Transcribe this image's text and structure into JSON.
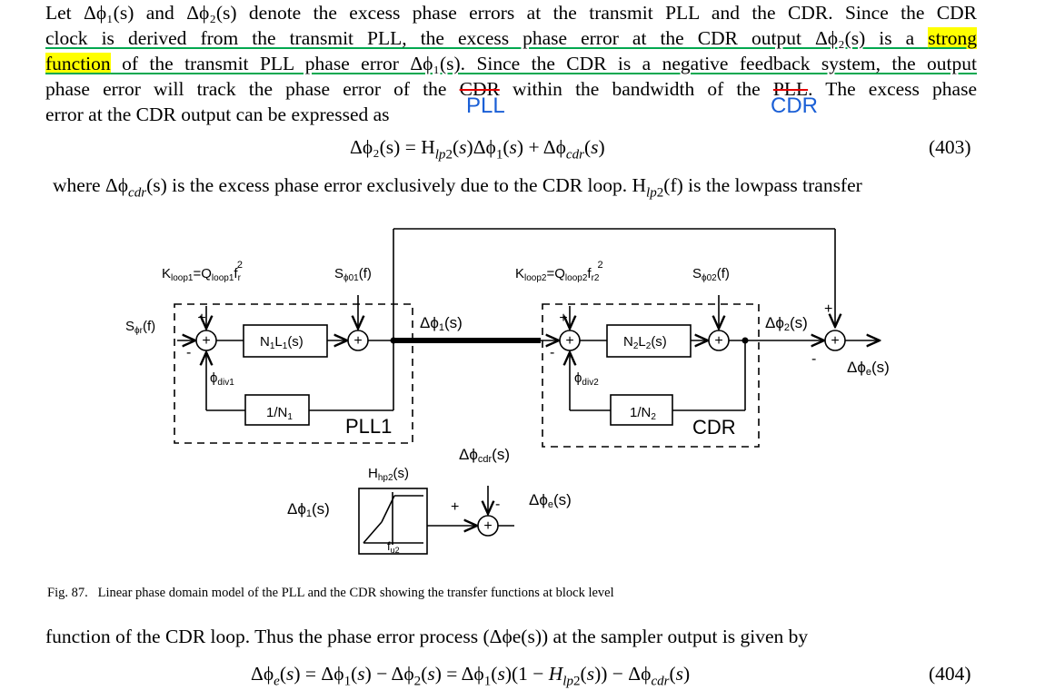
{
  "paragraph1": {
    "line1": "Let Δϕ₁(s) and Δϕ₂(s) denote the excess phase errors at the transmit PLL and the CDR. Since the CDR",
    "line2a": "clock is derived from the transmit PLL, the excess phase error at the CDR output Δϕ₂(s) is a ",
    "line2_highlight": "strong",
    "line3_highlight": "function",
    "line3b": " of the transmit PLL phase error Δϕ₁(s). Since the CDR is a negative feedback system, the output",
    "line4a": "phase error will track the phase error of the ",
    "line4_strike1": "CDR",
    "line4b": " within the bandwidth of the ",
    "line4_strike2": "PLL",
    "line4c": ". The excess phase",
    "line5": "error at the CDR output can be expressed as"
  },
  "annotations": {
    "pll": "PLL",
    "cdr": "CDR"
  },
  "equation403": {
    "text": "Δϕ₂(s) = H",
    "number": "(403)"
  },
  "paragraph2": {
    "line1a": "where Δϕ",
    "line1b": "(s) is the excess phase error exclusively due to the CDR loop. H",
    "line1c": "(f) is the lowpass transfer"
  },
  "diagram": {
    "kloop1": "Kloop1=Qloop1fr2",
    "sphi01": "Sϕ01(f)",
    "kloop2": "Kloop2=Qloop2fr22",
    "sphi02": "Sϕ02(f)",
    "sphir": "Sϕr(f)",
    "n1l1": "N1L1(s)",
    "n2l2": "N2L2(s)",
    "inv_n1": "1/N1",
    "inv_n2": "1/N2",
    "phi_div1": "ϕdiv1",
    "phi_div2": "ϕdiv2",
    "dphi1": "Δϕ1(s)",
    "dphi2": "Δϕ2(s)",
    "dphie": "Δϕe(s)",
    "dphicdr": "Δϕcdr(s)",
    "pll1": "PLL1",
    "cdr": "CDR",
    "hhp2": "Hhp2(s)",
    "fu2": "fu2"
  },
  "caption": {
    "label": "Fig. 87.",
    "text": "Linear phase domain model of the PLL and the CDR showing the transfer functions at block level"
  },
  "paragraph3": {
    "line1": "function of the CDR loop. Thus the phase error process (Δϕe(s)) at the sampler output is given by"
  },
  "equation404": {
    "number": "(404)"
  }
}
